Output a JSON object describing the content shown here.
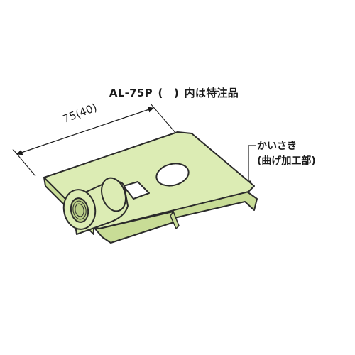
{
  "labels": {
    "model_code": "AL-75P",
    "model_paren": "(　)",
    "model_note": "内は特注品",
    "dimension": "75(40)",
    "callout_line1": "かいさき",
    "callout_line2": "(曲げ加工部)"
  },
  "colors": {
    "part_fill": "#dcecb4",
    "part_shade": "#c8dc96",
    "outline": "#2b2b2b",
    "background": "#ffffff"
  }
}
